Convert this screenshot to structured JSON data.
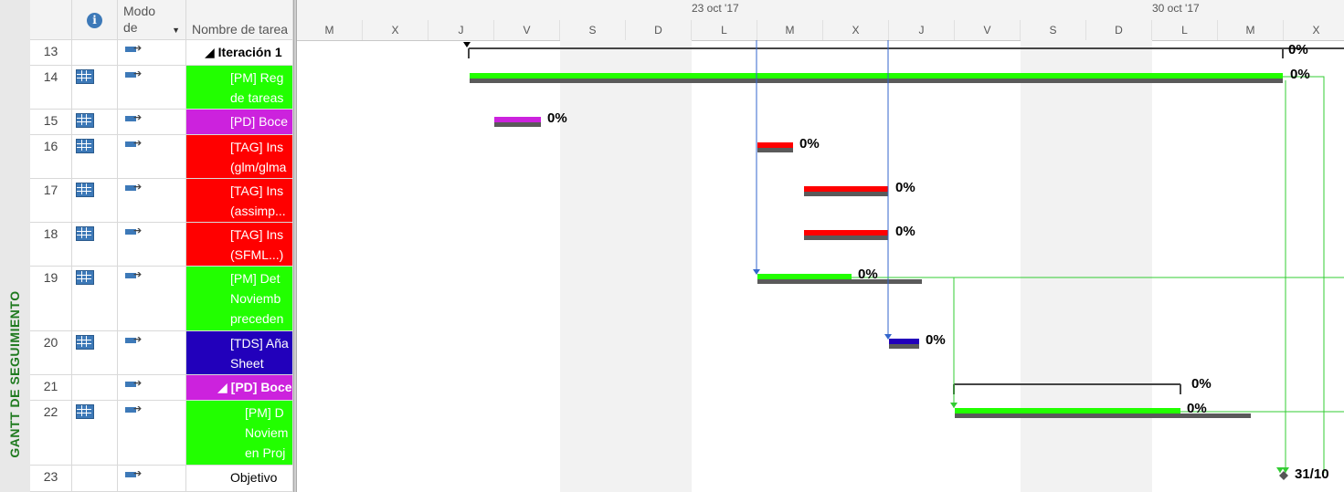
{
  "side_label": "GANTT DE SEGUIMIENTO",
  "columns": {
    "info_symbol": "i",
    "mode_label": "Modo\nde",
    "name_label": "Nombre de tarea"
  },
  "timescale": {
    "weeks": [
      "23 oct '17",
      "30 oct '17"
    ],
    "days": [
      "M",
      "X",
      "J",
      "V",
      "S",
      "D",
      "L",
      "M",
      "X",
      "J",
      "V",
      "S",
      "D",
      "L",
      "M",
      "X"
    ]
  },
  "rows": [
    {
      "id": "13",
      "icon": "",
      "name": "◢ Iteración 1",
      "bg": "#ffffff",
      "style": "summary"
    },
    {
      "id": "14",
      "icon": "table-icon",
      "name": "[PM] Reg\nde tareas",
      "bg": "#22ff00",
      "style": "normal"
    },
    {
      "id": "15",
      "icon": "table-icon",
      "name": "[PD] Boce",
      "bg": "#cc22dd",
      "style": "normal"
    },
    {
      "id": "16",
      "icon": "table-icon",
      "name": "[TAG] Ins\n(glm/glma",
      "bg": "#ff0000",
      "style": "normal"
    },
    {
      "id": "17",
      "icon": "table-icon",
      "name": "[TAG] Ins\n(assimp...",
      "bg": "#ff0000",
      "style": "normal"
    },
    {
      "id": "18",
      "icon": "table-icon",
      "name": "[TAG] Ins\n(SFML...)",
      "bg": "#ff0000",
      "style": "normal"
    },
    {
      "id": "19",
      "icon": "table-icon",
      "name": "[PM] Det\nNoviemb\npreceden",
      "bg": "#22ff00",
      "style": "normal"
    },
    {
      "id": "20",
      "icon": "table-icon",
      "name": "[TDS] Aña\nSheet",
      "bg": "#2200bb",
      "style": "normal"
    },
    {
      "id": "21",
      "icon": "",
      "name": "◢ [PD] Boce",
      "bg": "#cc22dd",
      "style": "summary-sub"
    },
    {
      "id": "22",
      "icon": "table-icon",
      "name": "[PM] D\nNoviem\nen Proj",
      "bg": "#22ff00",
      "style": "normal"
    },
    {
      "id": "23",
      "icon": "",
      "name": "Objetivo",
      "bg": "#ffffff",
      "style": "milestone"
    }
  ],
  "bar_labels": {
    "r13": "0%",
    "r14": "0%",
    "r15": "0%",
    "r16": "0%",
    "r17": "0%",
    "r18": "0%",
    "r19": "0%",
    "r20": "0%",
    "r21": "0%",
    "r22": "0%",
    "r23": "31/10"
  },
  "colors": {
    "green": "#22ff00",
    "purple": "#cc22dd",
    "red": "#ff0000",
    "blue": "#2200bb",
    "link_green": "#33cc33",
    "link_blue": "#3366cc"
  }
}
